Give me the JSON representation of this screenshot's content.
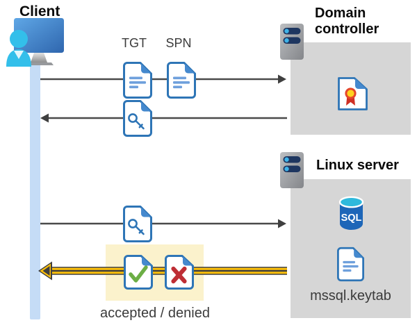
{
  "nodes": {
    "client": {
      "label": "Client"
    },
    "domain_controller": {
      "label": "Domain controller"
    },
    "linux_server": {
      "label": "Linux server"
    }
  },
  "labels": {
    "tgt": "TGT",
    "spn": "SPN",
    "sql": "SQL",
    "keytab_file": "mssql.keytab",
    "result": "accepted / denied"
  },
  "icons": {
    "client": "user-at-monitor-icon",
    "domain_controller": "server-icon",
    "linux_server": "server-icon",
    "tgt": "document-icon",
    "spn": "document-icon",
    "service_ticket": "key-document-icon",
    "certificate": "certificate-document-icon",
    "database": "sql-database-icon",
    "keytab": "document-icon",
    "accepted": "check-document-icon",
    "denied": "cross-document-icon"
  },
  "colors": {
    "doc_border_blue": "#2E75B6",
    "doc_fold_blue": "#4589CE",
    "doc_line_blue": "#6FA0DC",
    "client_cyan": "#33BFEA",
    "timeline_bar_blue": "#C5DCF6",
    "box_gray": "#D6D6D6",
    "highlight_yellow_box": "#FBF2CC",
    "arrow_yellow": "#FFC10A",
    "arrow_dark": "#3F3F3F",
    "check_green": "#6CAE45",
    "cross_red": "#BE2E35",
    "sql_body_blue": "#1D66B8",
    "sql_top_cyan": "#35BEDC",
    "server_pill_navy": "#1E3660",
    "server_dot_blue": "#3FB3E8",
    "cert_seal_yellow": "#FFD21E",
    "cert_seal_red": "#E4462B"
  }
}
